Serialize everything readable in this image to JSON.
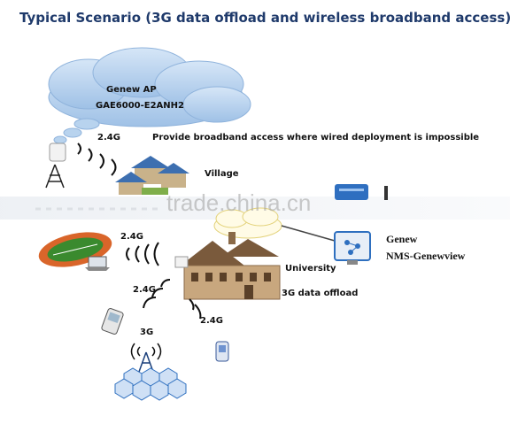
{
  "title": "Typical Scenario (3G data offload and wireless broadband access)",
  "cloud": {
    "line1": "Genew AP",
    "line2": "GAE6000-E2ANH2"
  },
  "labels": {
    "top_band": "2.4G",
    "broadband_text": "Provide broadband access where wired deployment is impossible",
    "village": "Village",
    "field_band": "2.4G",
    "genew": "Genew",
    "nms": "NMS-Genewview",
    "university": "University",
    "offload": "3G data offload",
    "phone_band": "2.4G",
    "pda_band": "2.4G",
    "threeg": "3G"
  },
  "watermark": "trade.china.cn",
  "colors": {
    "cloud": "#b8d3ee",
    "title": "#1f3a6b",
    "house_roof": "#7a5a3c",
    "house_wall": "#c8a77e",
    "field": "#3a8a2e",
    "track": "#d9652a",
    "monitor": "#2e6fbf"
  }
}
